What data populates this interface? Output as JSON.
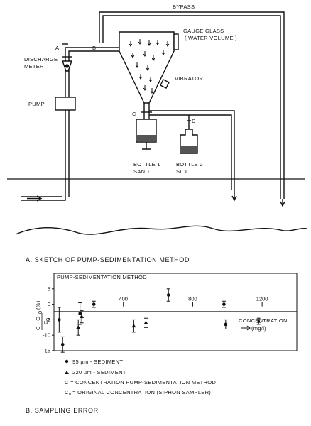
{
  "sketch": {
    "bypass": "BYPASS",
    "gauge_glass": "GAUGE GLASS",
    "water_volume": "( WATER VOLUME )",
    "label_a": "A",
    "label_b": "B",
    "label_c": "C",
    "label_d": "D",
    "discharge": "DISCHARGE",
    "meter": "METER",
    "pump": "PUMP",
    "vibrator": "VIBRATOR",
    "bottle1_line1": "BOTTLE  1",
    "bottle1_line2": "SAND",
    "bottle2_line1": "BOTTLE  2",
    "bottle2_line2": "SILT",
    "caption": "A.  SKETCH OF PUMP-SEDIMENTATION METHOD"
  },
  "chart_data": {
    "type": "scatter",
    "title": "PUMP-SEDIMENTATION METHOD",
    "xlabel": "CONCENTRATION",
    "xunit": "(mg/l)",
    "ylabel_top": "C - C",
    "ylabel_sub": "0",
    "ylabel_unit": "(%)",
    "ylabel_bottom": "C",
    "xlim": [
      0,
      1400
    ],
    "ylim": [
      -15,
      10
    ],
    "x_ticks": [
      400,
      800,
      1200
    ],
    "y_ticks": [
      5,
      0,
      -5,
      -10,
      -15
    ],
    "series": [
      {
        "name": "95 µm - SEDIMENT",
        "marker": "circle",
        "points": [
          {
            "x": 30,
            "y": -5,
            "err": 4
          },
          {
            "x": 50,
            "y": -13,
            "err": 2.5
          },
          {
            "x": 150,
            "y": -3,
            "err": 3.5
          },
          {
            "x": 230,
            "y": 0,
            "err": 1
          },
          {
            "x": 660,
            "y": 3,
            "err": 2
          },
          {
            "x": 980,
            "y": 0,
            "err": 1
          },
          {
            "x": 990,
            "y": -6.5,
            "err": 1.5
          }
        ]
      },
      {
        "name": "220 µm - SEDIMENT",
        "marker": "triangle",
        "points": [
          {
            "x": 140,
            "y": -7.5,
            "err": 2.5
          },
          {
            "x": 160,
            "y": -4,
            "err": 2
          },
          {
            "x": 460,
            "y": -7,
            "err": 2
          },
          {
            "x": 530,
            "y": -6,
            "err": 1.5
          },
          {
            "x": 1180,
            "y": -5.5,
            "err": 1
          }
        ]
      }
    ]
  },
  "legend": {
    "circle_label": "95 µm - SEDIMENT",
    "triangle_label": "220 µm - SEDIMENT",
    "def_c": "C = CONCENTRATION PUMP-SEDIMENTATION METHOD",
    "def_c0_sub": "0",
    "def_c0_rest": "= ORIGINAL CONCENTRATION (SIPHON SAMPLER)"
  },
  "caption_b": "B.  SAMPLING ERROR"
}
